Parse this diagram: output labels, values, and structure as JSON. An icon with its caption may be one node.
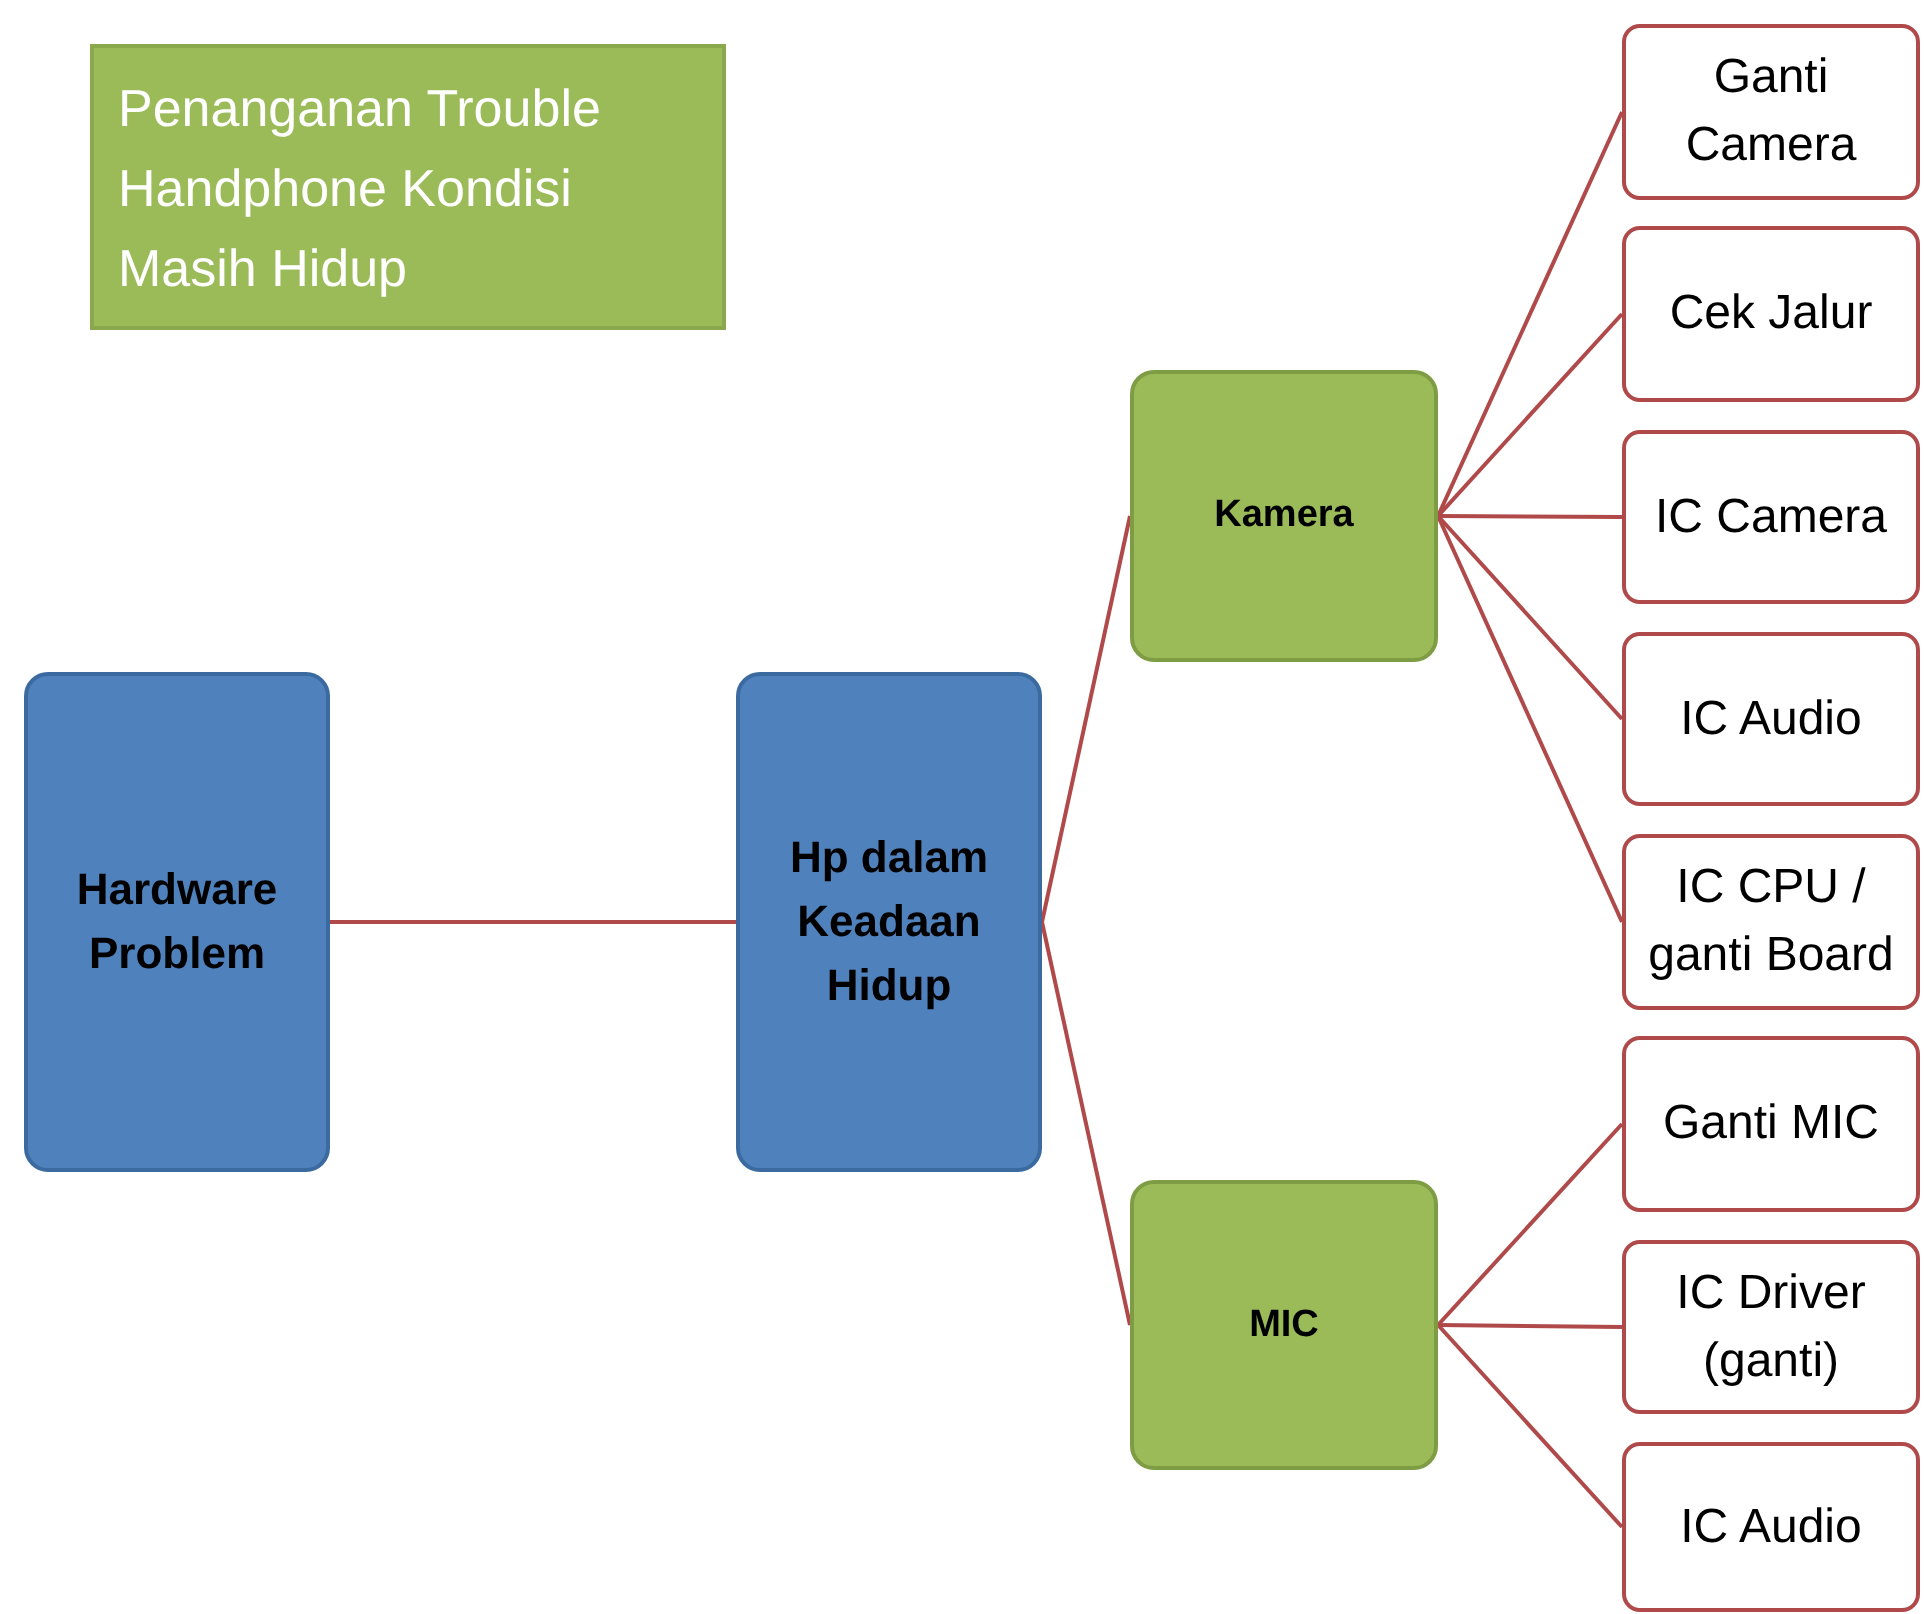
{
  "diagram": {
    "nodes": [
      {
        "text": [
          "Penanganan Trouble Handphone Kondisi Masih Hidup"
        ]
      },
      {
        "text": [
          "Hardware Problem"
        ]
      },
      {
        "text": [
          "Hp dalam Keadaan Hidup"
        ]
      },
      {
        "text": [
          "Kamera"
        ]
      },
      {
        "text": [
          "MIC"
        ]
      },
      {
        "text": [
          "Ganti Camera"
        ]
      },
      {
        "text": [
          "Cek Jalur"
        ]
      },
      {
        "text": [
          "IC Camera"
        ]
      },
      {
        "text": [
          "IC Audio"
        ]
      },
      {
        "text": [
          "IC CPU / ganti Board"
        ]
      },
      {
        "text": [
          "Ganti MIC"
        ]
      },
      {
        "text": [
          "IC Driver (ganti)"
        ]
      },
      {
        "text": [
          "IC Audio"
        ]
      }
    ],
    "edges": [
      {
        "from": 1,
        "to": 2,
        "arrow": "none"
      },
      {
        "from": 2,
        "to": 3,
        "arrow": "none"
      },
      {
        "from": 2,
        "to": 4,
        "arrow": "none"
      },
      {
        "from": 3,
        "to": 5,
        "arrow": "none"
      },
      {
        "from": 3,
        "to": 6,
        "arrow": "none"
      },
      {
        "from": 3,
        "to": 7,
        "arrow": "none"
      },
      {
        "from": 3,
        "to": 8,
        "arrow": "none"
      },
      {
        "from": 3,
        "to": 9,
        "arrow": "none"
      },
      {
        "from": 4,
        "to": 10,
        "arrow": "none"
      },
      {
        "from": 4,
        "to": 11,
        "arrow": "none"
      },
      {
        "from": 4,
        "to": 12,
        "arrow": "none"
      }
    ]
  }
}
